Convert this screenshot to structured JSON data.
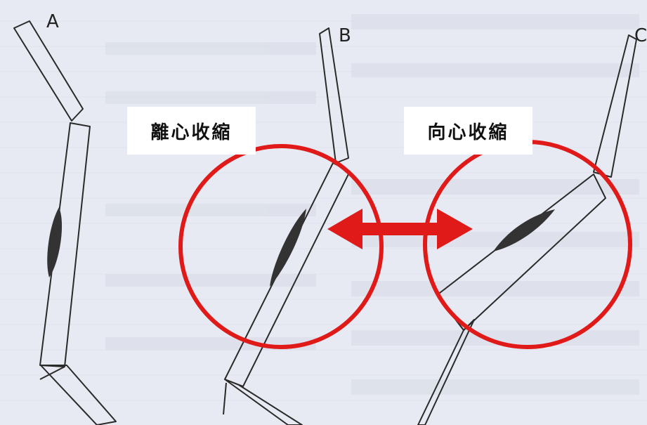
{
  "figures": {
    "a": {
      "letter": "A"
    },
    "b": {
      "letter": "B"
    },
    "c": {
      "letter": "C"
    }
  },
  "labels": {
    "eccentric": "離心收縮",
    "concentric": "向心收縮"
  },
  "colors": {
    "circle": "#e01919",
    "arrow": "#e01919",
    "outline": "#2a2a2a",
    "muscle": "#333333",
    "background": "#e7eaf2"
  },
  "icons": {
    "arrow": "double-headed-arrow-icon"
  }
}
